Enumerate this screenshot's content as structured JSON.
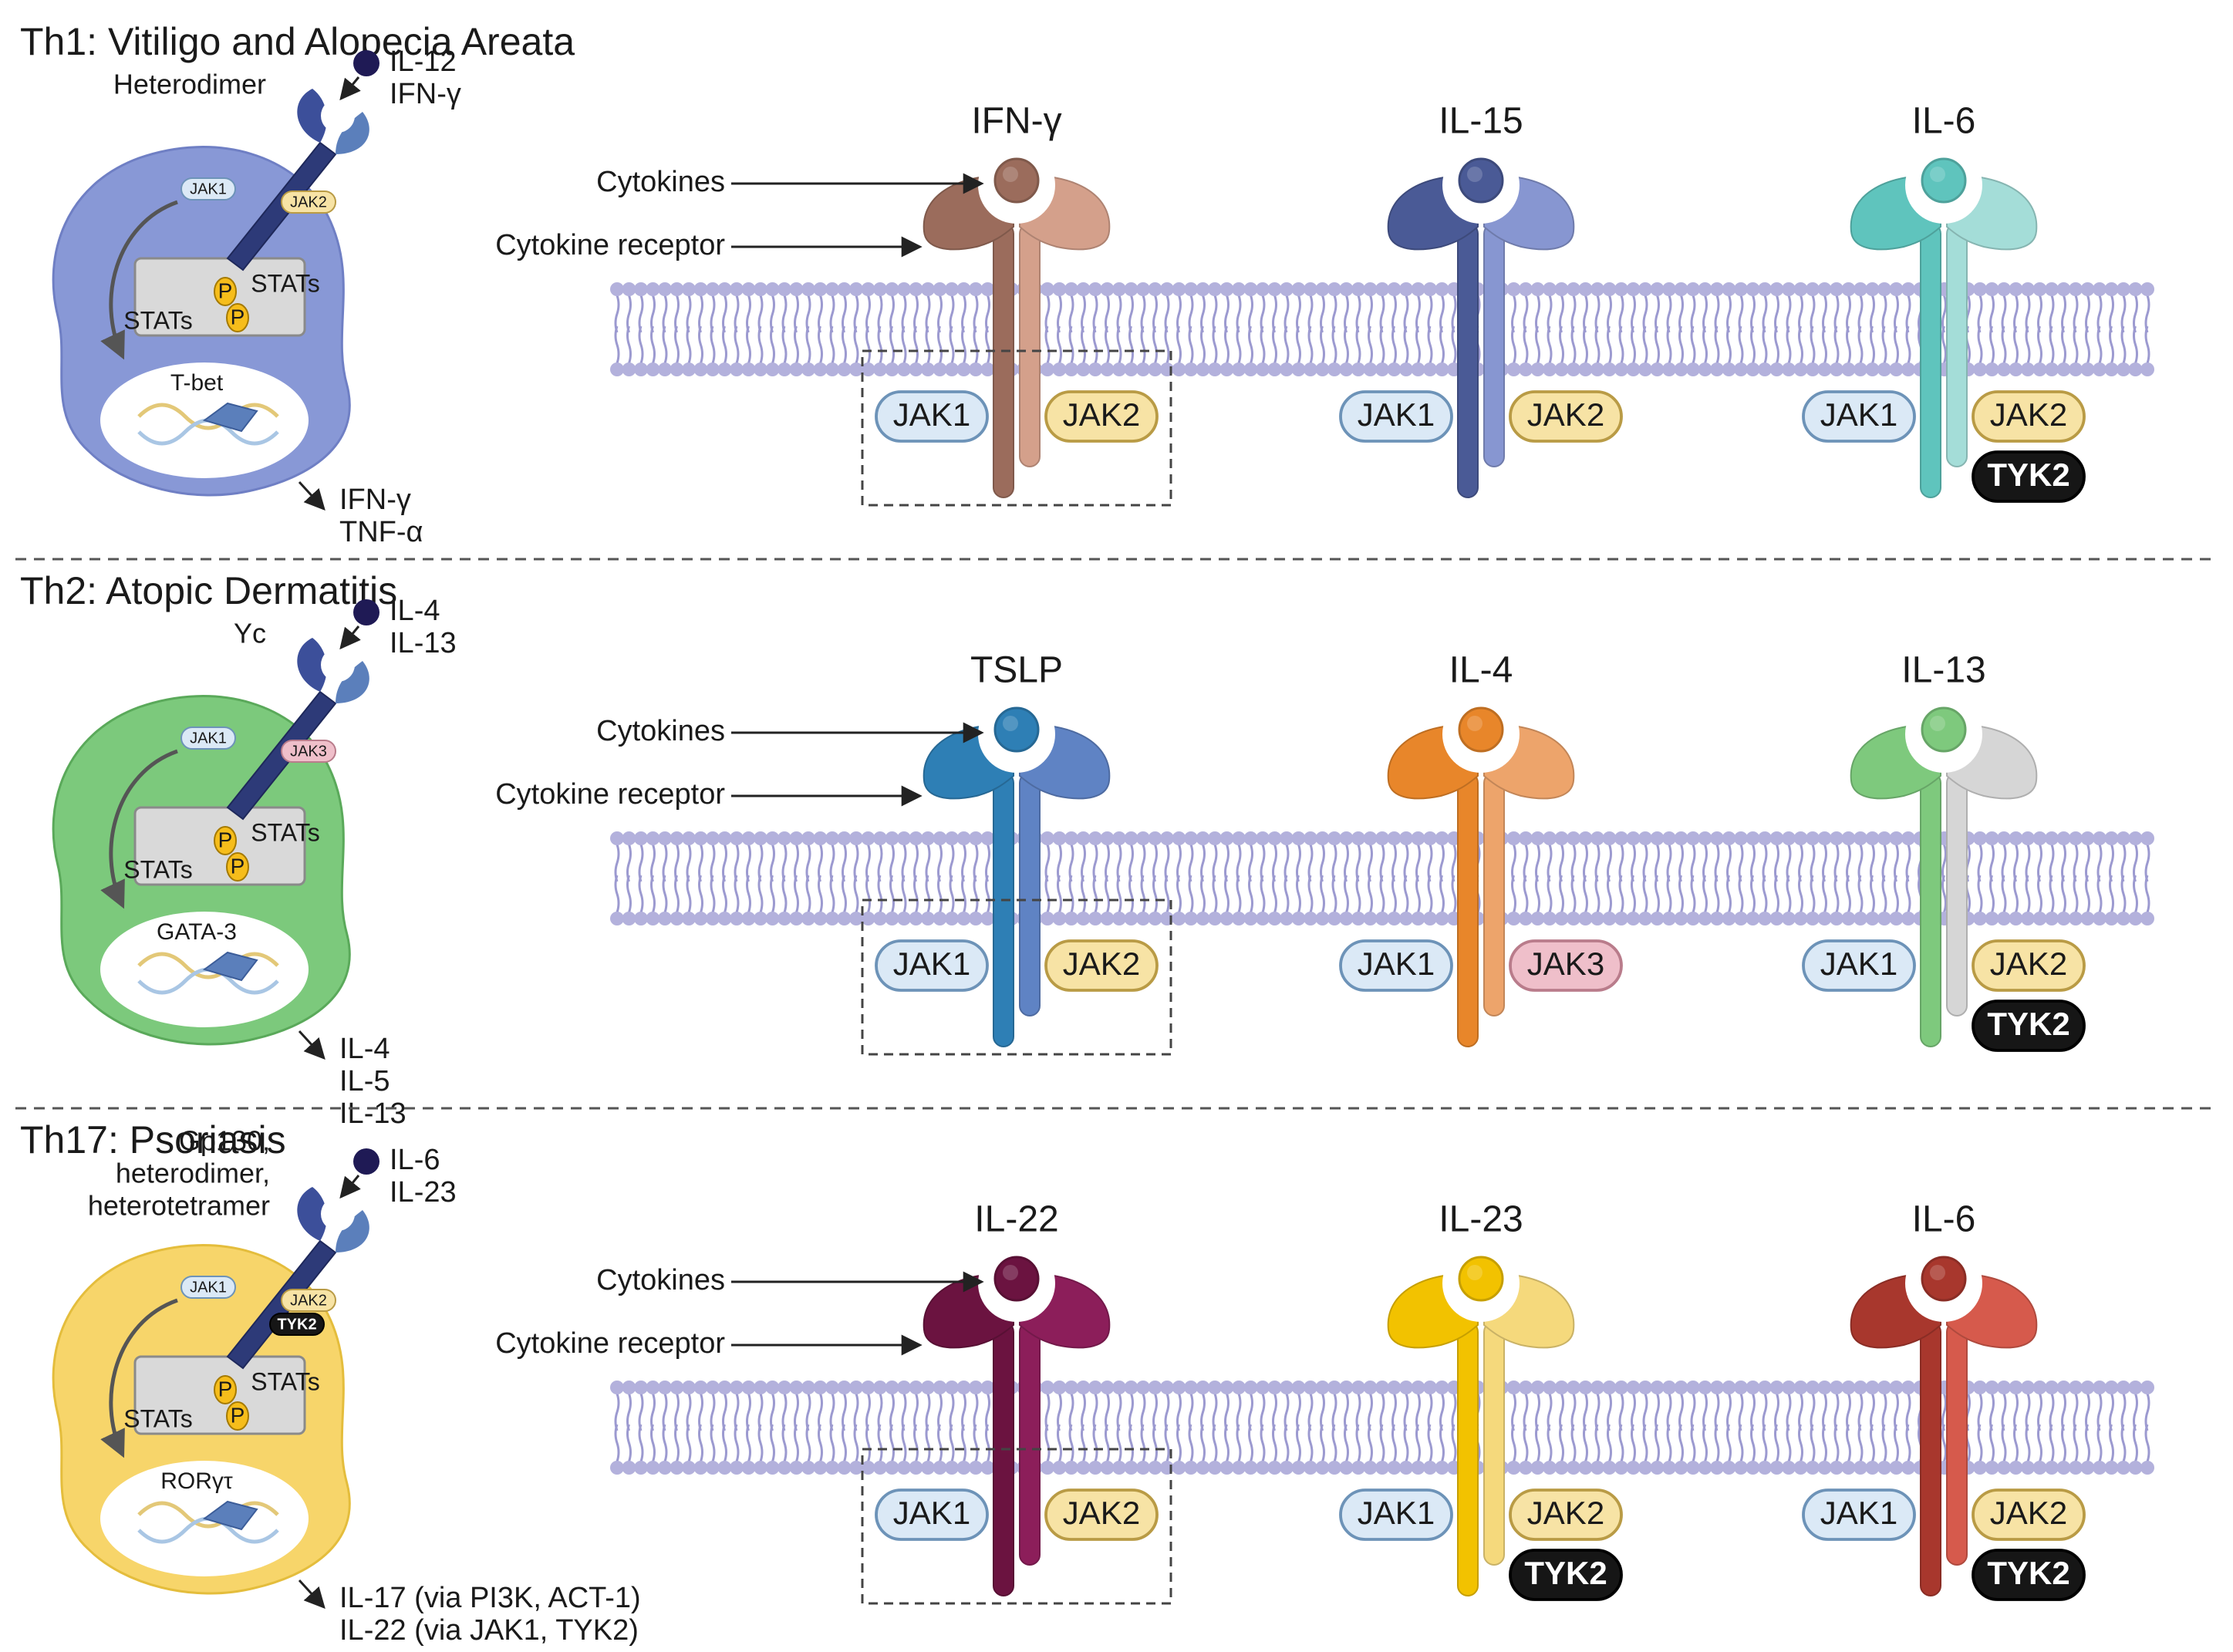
{
  "colors": {
    "membrane": "#b3b1dc",
    "membrane_line": "#9c9ad0",
    "jak1_fill": "#dbe9f6",
    "jak1_stroke": "#6d93b8",
    "jak2_fill": "#f7e3a5",
    "jak2_stroke": "#b99b45",
    "jak3_fill": "#efbfca",
    "jak3_stroke": "#b97c8b",
    "tyk2_fill": "#161616",
    "dashed_box": "#444444",
    "p_fill": "#f6bd1b"
  },
  "sections": [
    {
      "title": "Th1: Vitiligo and Alopecia Areata",
      "cell": {
        "fill": "#8898d6",
        "stroke": "#6f7fc4",
        "receptor_label": "Heterodimer",
        "ligands": [
          "IL-12",
          "IFN-γ"
        ],
        "jak_left": "JAK1",
        "jak_right": "JAK2",
        "jak_right_type": "jak2",
        "extra": "",
        "stats_top": "STATs",
        "stats_bottom": "STATs",
        "p": "P",
        "tf": "T-bet",
        "outputs": [
          "IFN-γ",
          "TNF-α"
        ]
      },
      "receptors": [
        {
          "name": "IFN-γ",
          "left": "#9b6c5c",
          "right": "#d4a08b",
          "ligand": "#9b6c5c",
          "jak_left": "JAK1",
          "jak_right": "JAK2",
          "jak_right_type": "jak2",
          "tyk2": "",
          "callouts": true,
          "dashed": true
        },
        {
          "name": "IL-15",
          "left": "#4a5a96",
          "right": "#8796d1",
          "ligand": "#4a5a96",
          "jak_left": "JAK1",
          "jak_right": "JAK2",
          "jak_right_type": "jak2",
          "tyk2": "",
          "callouts": false,
          "dashed": false
        },
        {
          "name": "IL-6",
          "left": "#5fc4bd",
          "right": "#a4ddd8",
          "ligand": "#5fc4bd",
          "jak_left": "JAK1",
          "jak_right": "JAK2",
          "jak_right_type": "jak2",
          "tyk2": "TYK2",
          "callouts": false,
          "dashed": false
        }
      ]
    },
    {
      "title": "Th2: Atopic Dermatitis",
      "cell": {
        "fill": "#7cc97c",
        "stroke": "#5aa95a",
        "receptor_label": "Yc",
        "ligands": [
          "IL-4",
          "IL-13"
        ],
        "jak_left": "JAK1",
        "jak_right": "JAK3",
        "jak_right_type": "jak3",
        "extra": "",
        "stats_top": "STATs",
        "stats_bottom": "STATs",
        "p": "P",
        "tf": "GATA-3",
        "outputs": [
          "IL-4",
          "IL-5",
          "IL-13"
        ]
      },
      "receptors": [
        {
          "name": "TSLP",
          "left": "#2e7fb5",
          "right": "#5f83c4",
          "ligand": "#2e7fb5",
          "jak_left": "JAK1",
          "jak_right": "JAK2",
          "jak_right_type": "jak2",
          "tyk2": "",
          "callouts": true,
          "dashed": true
        },
        {
          "name": "IL-4",
          "left": "#e8862a",
          "right": "#eda46b",
          "ligand": "#e8862a",
          "jak_left": "JAK1",
          "jak_right": "JAK3",
          "jak_right_type": "jak3",
          "tyk2": "",
          "callouts": false,
          "dashed": false
        },
        {
          "name": "IL-13",
          "left": "#7ec97d",
          "right": "#d6d6d6",
          "ligand": "#7ec97d",
          "jak_left": "JAK1",
          "jak_right": "JAK2",
          "jak_right_type": "jak2",
          "tyk2": "TYK2",
          "callouts": false,
          "dashed": false
        }
      ]
    },
    {
      "title": "Th17: Psoriasis",
      "cell": {
        "fill": "#f7d56a",
        "stroke": "#e4bd3c",
        "receptor_label": [
          "Gp130,",
          "heterodimer,",
          "heterotetramer"
        ],
        "ligands": [
          "IL-6",
          "IL-23"
        ],
        "jak_left": "JAK1",
        "jak_right": "JAK2",
        "jak_right_type": "jak2",
        "extra": "TYK2",
        "stats_top": "STATs",
        "stats_bottom": "STATs",
        "p": "P",
        "tf": "RORγτ",
        "outputs": [
          "IL-17 (via PI3K, ACT-1)",
          "IL-22 (via JAK1, TYK2)"
        ]
      },
      "receptors": [
        {
          "name": "IL-22",
          "left": "#6b1340",
          "right": "#8c1e5a",
          "ligand": "#6b1340",
          "jak_left": "JAK1",
          "jak_right": "JAK2",
          "jak_right_type": "jak2",
          "tyk2": "",
          "callouts": true,
          "dashed": true
        },
        {
          "name": "IL-23",
          "left": "#f2c200",
          "right": "#f5d97c",
          "ligand": "#f2c200",
          "jak_left": "JAK1",
          "jak_right": "JAK2",
          "jak_right_type": "jak2",
          "tyk2": "TYK2",
          "callouts": false,
          "dashed": false
        },
        {
          "name": "IL-6",
          "left": "#a8372d",
          "right": "#d65a4c",
          "ligand": "#a8372d",
          "jak_left": "JAK1",
          "jak_right": "JAK2",
          "jak_right_type": "jak2",
          "tyk2": "TYK2",
          "callouts": false,
          "dashed": false
        }
      ]
    }
  ],
  "callouts": {
    "cytokines": "Cytokines",
    "receptor": "Cytokine receptor"
  }
}
